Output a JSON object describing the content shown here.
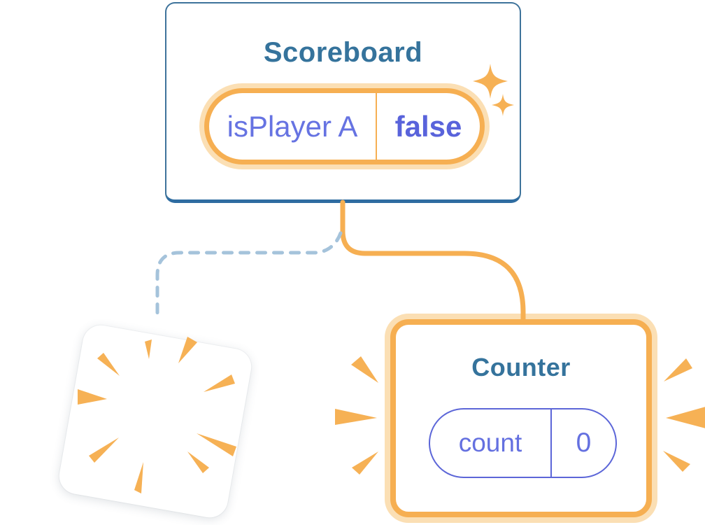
{
  "diagram": {
    "scoreboard": {
      "title": "Scoreboard",
      "state": {
        "name": "isPlayer A",
        "value": "false"
      }
    },
    "counter": {
      "title": "Counter",
      "state": {
        "name": "count",
        "value": "0"
      }
    },
    "destroyed_component": {
      "label": ""
    },
    "colors": {
      "accent_orange": "#F6AF52",
      "orange_glow": "#FBDFB4",
      "burst_orange": "#F6B155",
      "title_blue": "#35739C",
      "state_key_purple": "#6673E2",
      "state_value_purple": "#5963DB",
      "pill_border_purple": "#5C66D8",
      "card_border_blue": "#3E739B",
      "card_border_bottom_blue": "#2E6CA1",
      "dashed_line_blue": "#A5C3DB",
      "card_background": "#FFFFFF"
    },
    "icons": [
      "sparkle-icon",
      "burst-icon",
      "solid-connector-line",
      "dashed-connector-line"
    ]
  }
}
